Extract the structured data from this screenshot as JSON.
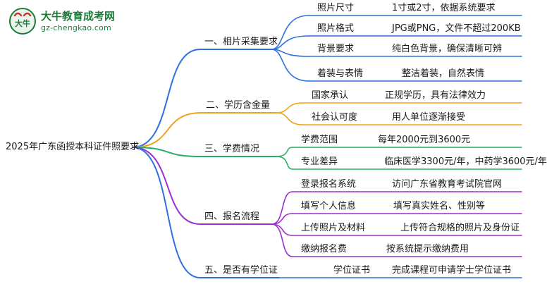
{
  "brand": {
    "name": "大牛教育成考网",
    "url": "gz-chengkao.com",
    "logo_text": "大牛"
  },
  "root": {
    "label": "2025年广东函授本科证件照要求"
  },
  "branches": [
    {
      "label": "一、相片采集要求",
      "color": "#2f6fe0",
      "children": [
        {
          "label": "照片尺寸",
          "detail": "1寸或2寸，依据系统要求"
        },
        {
          "label": "照片格式",
          "detail": "JPG或PNG，文件不超过200KB"
        },
        {
          "label": "背景要求",
          "detail": "纯白色背景，确保清晰可辨"
        },
        {
          "label": "着装与表情",
          "detail": "整洁着装，自然表情"
        }
      ]
    },
    {
      "label": "二、学历含金量",
      "color": "#f0a21a",
      "children": [
        {
          "label": "国家承认",
          "detail": "正规学历，具有法律效力"
        },
        {
          "label": "社会认可度",
          "detail": "用人单位逐渐接受"
        }
      ]
    },
    {
      "label": "三、学费情况",
      "color": "#27ae60",
      "children": [
        {
          "label": "学费范围",
          "detail": "每年2000元到3600元"
        },
        {
          "label": "专业差异",
          "detail": "临床医学3300元/年，中药学3600元/年"
        }
      ]
    },
    {
      "label": "四、报名流程",
      "color": "#9b2fd1",
      "children": [
        {
          "label": "登录报名系统",
          "detail": "访问广东省教育考试院官网"
        },
        {
          "label": "填写个人信息",
          "detail": "填写真实姓名、性别等"
        },
        {
          "label": "上传照片及材料",
          "detail": "上传符合规格的照片及身份证"
        },
        {
          "label": "缴纳报名费",
          "detail": "按系统提示缴纳费用"
        }
      ]
    },
    {
      "label": "五、是否有学位证",
      "color": "#2f6fe0",
      "children": [
        {
          "label": "学位证书",
          "detail": "完成课程可申请学士学位证书"
        }
      ]
    }
  ]
}
